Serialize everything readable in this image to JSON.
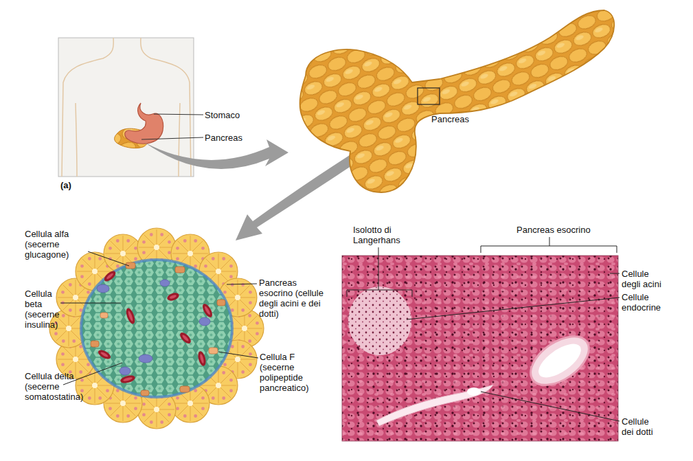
{
  "diagram": {
    "labels": [
      "Stomaco",
      "Pancreas",
      "(a)",
      "Pancreas",
      "Cellula alfa (secerne glucagone)",
      "Cellula beta (secerne insulina)",
      "Cellula delta (secerne somatostatina)",
      "Pancreas esocrino (cellule degli acini e dei dotti)",
      "Cellula F (secerne polipeptide pancreatico)",
      "Isolotto di Langerhans",
      "Pancreas esocrino",
      "Cellule degli acini",
      "Cellule endocrine",
      "Cellule dei dotti"
    ]
  }
}
